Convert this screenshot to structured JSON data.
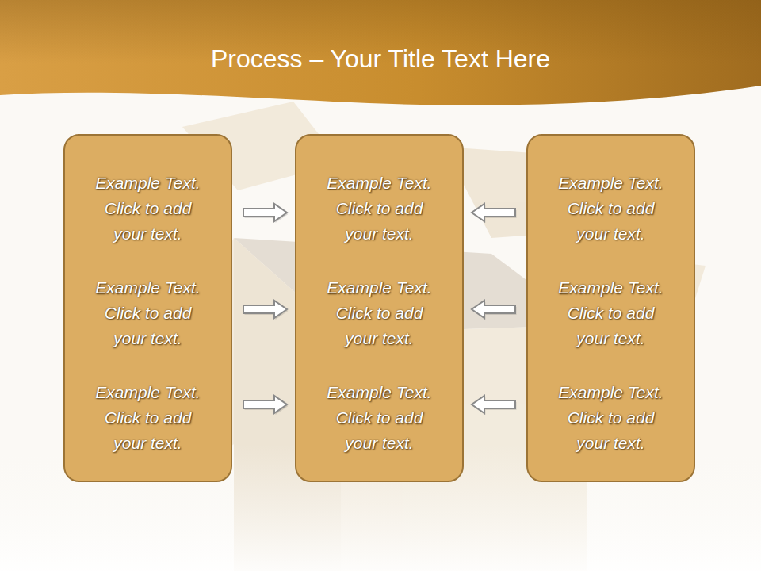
{
  "diagram": {
    "title": "Process – Your Title Text Here",
    "nodes": [
      {
        "text": [
          "Example Text. Click to add your text.",
          "Example Text. Click to add your text.",
          "Example Text. Click to add your text."
        ]
      },
      {
        "text": [
          "Example Text. Click to add your text.",
          "Example Text. Click to add your text.",
          "Example Text. Click to add your text."
        ]
      },
      {
        "text": [
          "Example Text. Click to add your text.",
          "Example Text. Click to add your text.",
          "Example Text. Click to add your text."
        ]
      }
    ],
    "edges": [
      {
        "from": 0,
        "to": 1,
        "arrow": "to"
      },
      {
        "from": 0,
        "to": 1,
        "arrow": "to"
      },
      {
        "from": 0,
        "to": 1,
        "arrow": "to"
      },
      {
        "from": 2,
        "to": 1,
        "arrow": "to"
      },
      {
        "from": 2,
        "to": 1,
        "arrow": "to"
      },
      {
        "from": 2,
        "to": 1,
        "arrow": "to"
      }
    ]
  }
}
